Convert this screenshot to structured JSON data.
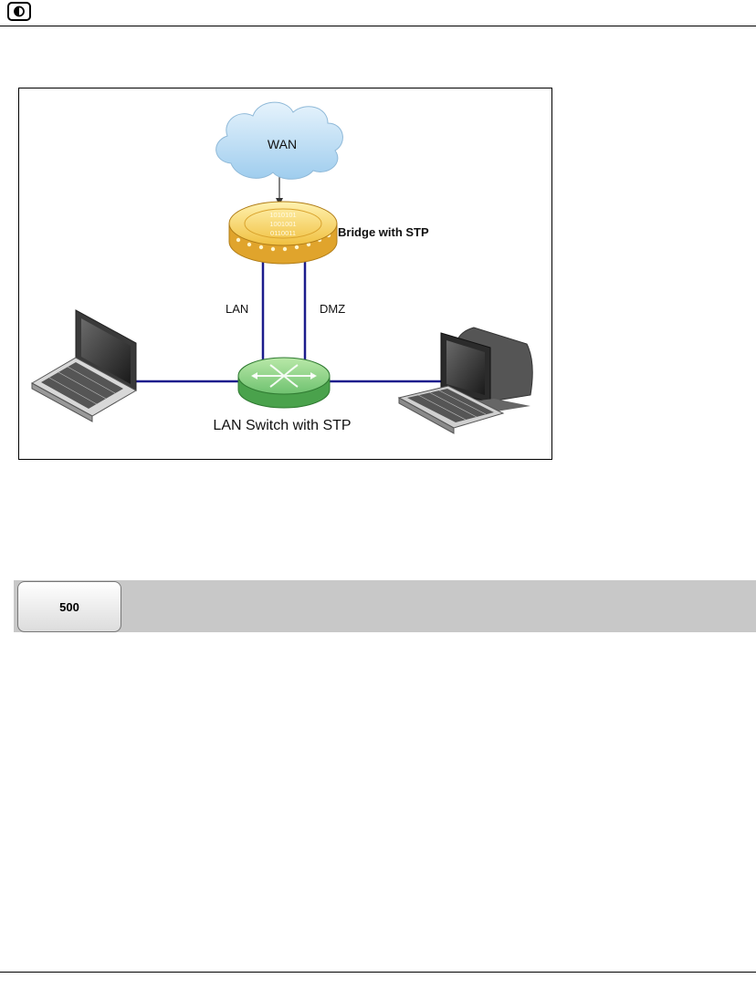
{
  "diagram": {
    "wan_label": "WAN",
    "bridge_label": "Bridge with STP",
    "lan_link_label": "LAN",
    "dmz_link_label": "DMZ",
    "switch_label": "LAN Switch with STP",
    "bridge_bits": [
      "1010101",
      "1001001",
      "0110011"
    ]
  },
  "banner": {
    "button_label": "500"
  },
  "colors": {
    "link": "#1c1c8c",
    "banner": "#c8c8c8",
    "bridge": "#f2c84a",
    "switch": "#6fc270",
    "cloud": "#bfe0f6"
  }
}
